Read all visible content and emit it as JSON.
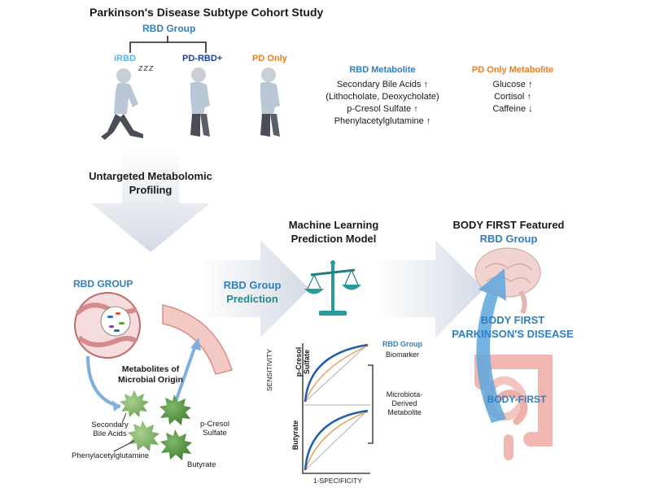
{
  "title": "Parkinson's Disease Subtype Cohort Study",
  "rbd_group_label": "RBD Group",
  "groups": [
    {
      "label": "iRBD",
      "color": "#5fb2e6"
    },
    {
      "label": "PD-RBD+",
      "color": "#1f3f9f"
    },
    {
      "label": "PD Only",
      "color": "#ef7d1a"
    }
  ],
  "sleep_text": "zzz",
  "rbd_metabolite": {
    "heading": "RBD Metabolite",
    "items": [
      "Secondary Bile Acids ↑",
      "(Lithocholate, Deoxycholate)",
      "p-Cresol Sulfate ↑",
      "Phenylacetylglutamine ↑"
    ]
  },
  "pd_only_metabolite": {
    "heading": "PD Only Metabolite",
    "items": [
      "Glucose ↑",
      "Cortisol ↑",
      "Caffeine ↓"
    ]
  },
  "profiling_label_1": "Untargeted Metabolomic",
  "profiling_label_2": "Profiling",
  "ml_label_1": "Machine Learning",
  "ml_label_2": "Prediction Model",
  "body_first_title": "BODY FIRST Featured",
  "body_first_group": "RBD Group",
  "rbd_group_caps": "RBD GROUP",
  "prediction_1": "RBD Group",
  "prediction_2": "Prediction",
  "metabolites_origin_1": "Metabolites of",
  "metabolites_origin_2": "Microbial Origin",
  "metabolites": {
    "secondary_1": "Secondary",
    "secondary_2": "Bile Acids",
    "pcresol_1": "p-Cresol",
    "pcresol_2": "Sulfate",
    "phenyl": "Phenylacetylglutamine",
    "butyrate": "Butyrate"
  },
  "roc": {
    "ylabel": "SENSITIVITY",
    "xlabel": "1-SPECIFICITY",
    "panel1_1": "p-Cresol",
    "panel1_2": "Sulfate",
    "panel2": "Butyrate",
    "legend_group": "RBD Group",
    "legend_biomarker": "Biomarker",
    "legend_micro_1": "Microbiota-",
    "legend_micro_2": "Derived",
    "legend_micro_3": "Metabolite"
  },
  "body_first_pd_1": "BODY FIRST",
  "body_first_pd_2": "PARKINSON'S DISEASE",
  "body_first_short": "BODY-FIRST",
  "colors": {
    "accent_blue": "#2f7fc1",
    "dark_blue": "#1f3f9f",
    "light_blue": "#5fb2e6",
    "orange": "#ef7d1a",
    "teal": "#1f8c8c",
    "microbe_green": "#4f8a3c"
  }
}
